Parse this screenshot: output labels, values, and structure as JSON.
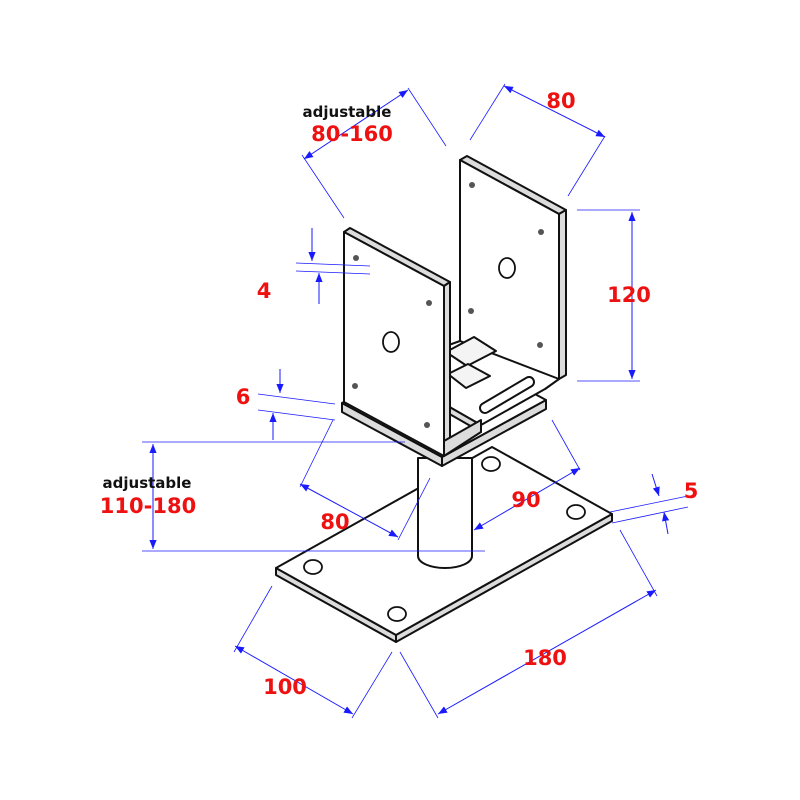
{
  "diagram": {
    "labels": {
      "adjustable_top": "adjustable",
      "range_top": "80-160",
      "width_top": "80",
      "height_bracket": "120",
      "thickness_side": "4",
      "thickness_plate": "6",
      "adjustable_bottom": "adjustable",
      "range_bottom": "110-180",
      "depth_mid": "80",
      "width_mid": "90",
      "thickness_base": "5",
      "base_width": "100",
      "base_length": "180"
    },
    "colors": {
      "dimension_text": "#ee1111",
      "dimension_line": "#1a1aff",
      "outline": "#111111"
    }
  }
}
